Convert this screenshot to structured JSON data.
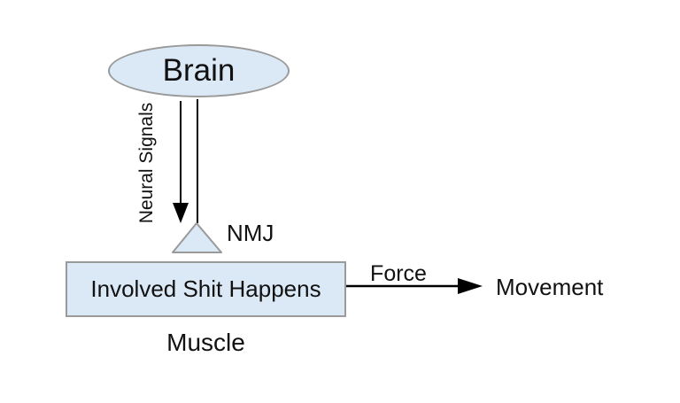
{
  "diagram": {
    "brain": {
      "label": "Brain"
    },
    "neural_signals": {
      "label": "Neural Signals"
    },
    "nmj": {
      "label": "NMJ"
    },
    "muscle_box": {
      "label": "Involved Shit Happens"
    },
    "muscle": {
      "label": "Muscle"
    },
    "force": {
      "label": "Force"
    },
    "movement": {
      "label": "Movement"
    },
    "colors": {
      "node_fill": "#dbe9f6",
      "node_stroke": "#9a9a9a",
      "line": "#000000",
      "background": "#ffffff"
    }
  }
}
